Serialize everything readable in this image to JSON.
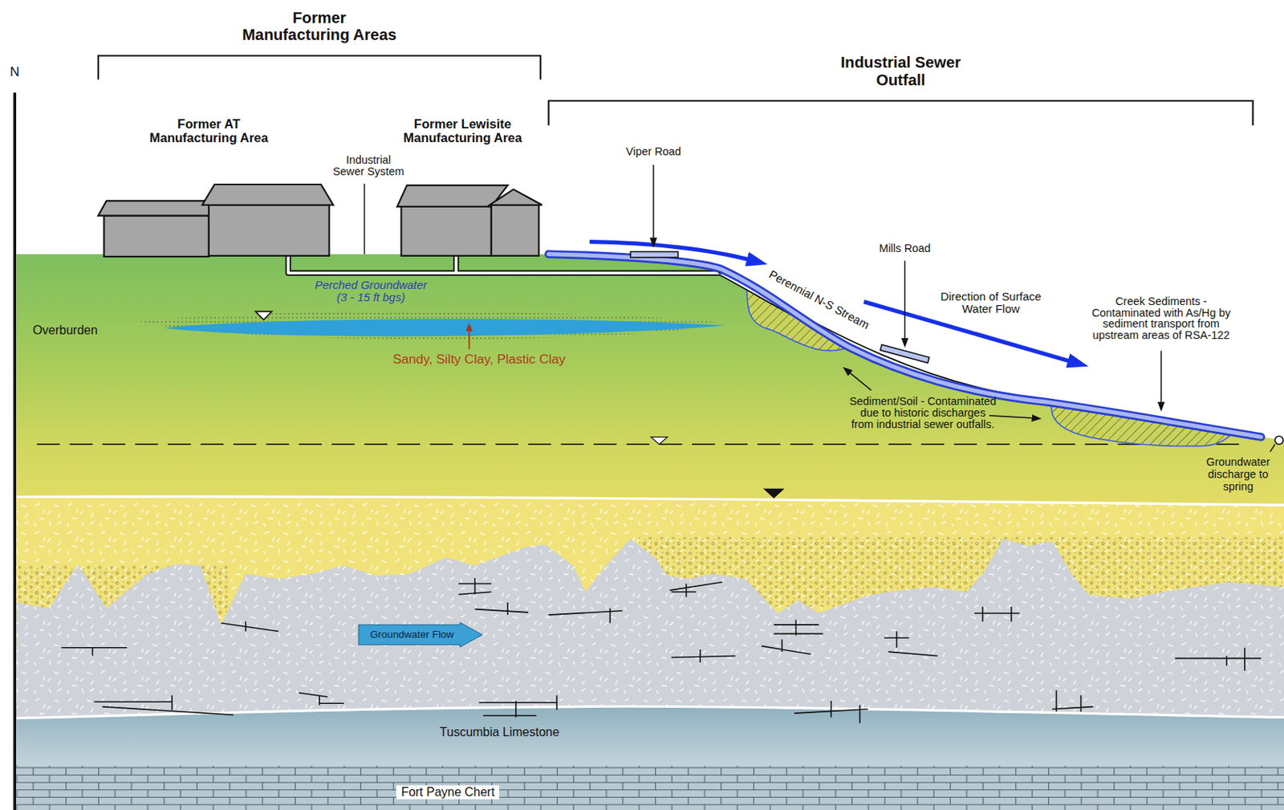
{
  "diagram": {
    "nodes": [
      {
        "text": [
          "Groundwater Flow"
        ]
      }
    ],
    "labels": [
      "Former Manufacturing Areas",
      "Industrial Sewer Outfall",
      "N",
      "Former AT Manufacturing Area",
      "Former Lewisite Manufacturing Area",
      "Industrial Sewer System",
      "Viper Road",
      "Mills Road",
      "Perennial N-S Stream",
      "Direction of Surface Water Flow",
      "Creek Sediments - Contaminated with As/Hg by sediment transport from upstream areas of RSA-122",
      "Perched Groundwater (3 - 15 ft bgs)",
      "Overburden",
      "Sandy, Silty Clay, Plastic Clay",
      "Sediment/Soil - Contaminated due to historic discharges from industrial sewer outfalls.",
      "Groundwater discharge to spring",
      "Tuscumbia Limestone",
      "Fort Payne Chert"
    ]
  }
}
